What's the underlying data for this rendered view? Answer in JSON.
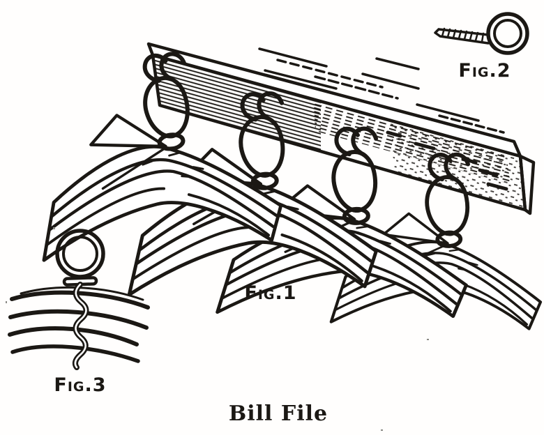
{
  "illustration": {
    "caption": "Bill File",
    "labels": {
      "fig1": "Fig.1",
      "fig2": "Fig.2",
      "fig3": "Fig.3"
    },
    "colors": {
      "ink": "#1b1814",
      "paper": "#ffffff"
    }
  }
}
